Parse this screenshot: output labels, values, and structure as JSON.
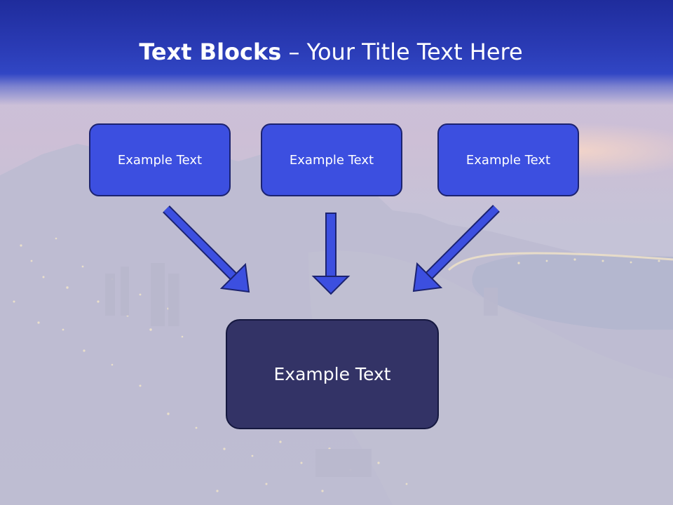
{
  "slide": {
    "title_bold": "Text Blocks",
    "title_dash": "–",
    "title_rest": "Your Title Text Here"
  },
  "blocks": {
    "top": [
      "Example Text",
      "Example Text",
      "Example Text"
    ],
    "bottom": "Example Text"
  },
  "colors": {
    "title_band": "#2a3bb5",
    "small_block_fill": "#3c4fe0",
    "small_block_border": "#1c2370",
    "big_block_fill": "#333366",
    "arrow_fill": "#3c4fe0",
    "arrow_stroke": "#1c2370"
  }
}
